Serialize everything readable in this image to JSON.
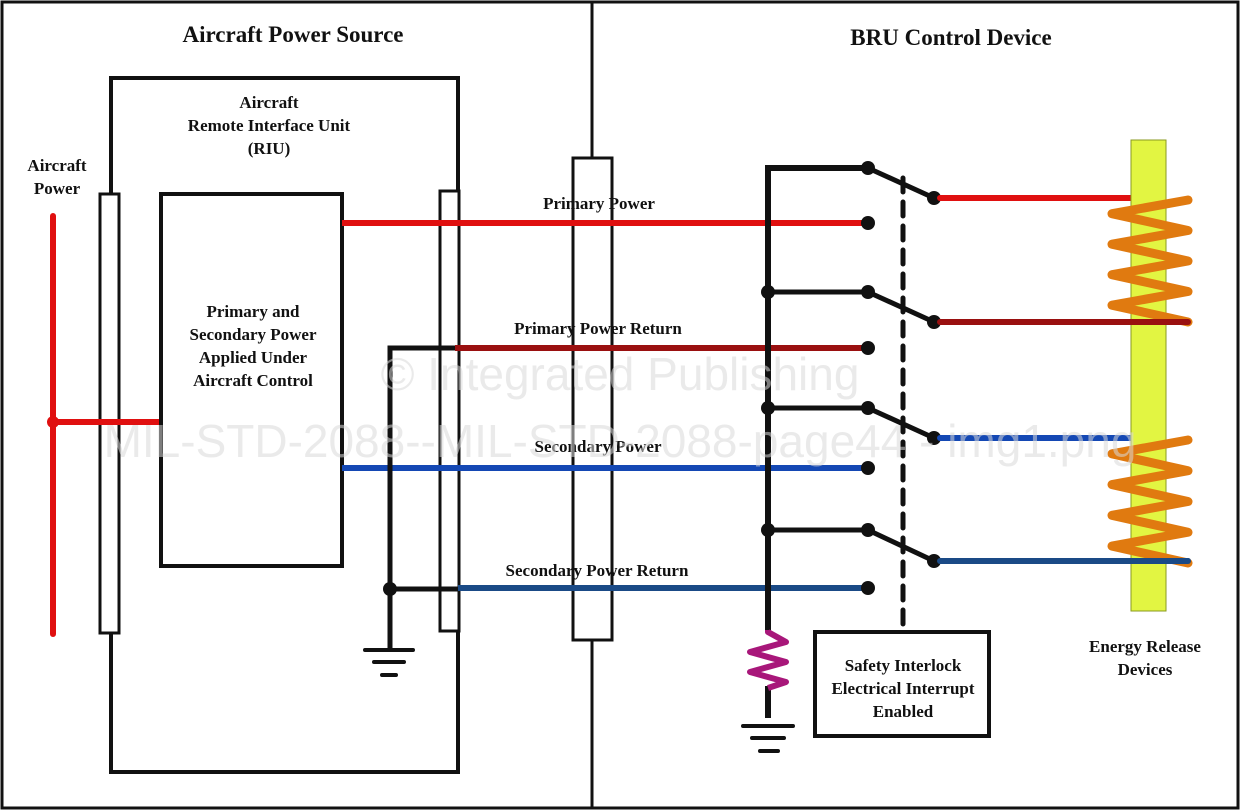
{
  "sections": {
    "left_title": "Aircraft Power Source",
    "right_title": "BRU Control Device"
  },
  "labels": {
    "aircraft_power": [
      "Aircraft",
      "Power"
    ],
    "riu": [
      "Aircraft",
      "Remote Interface Unit",
      "(RIU)"
    ],
    "control_box": [
      "Primary and",
      "Secondary Power",
      "Applied Under",
      "Aircraft Control"
    ],
    "safety_box": [
      "Safety Interlock",
      "Electrical Interrupt",
      "Enabled"
    ],
    "energy_devices": [
      "Energy Release",
      "Devices"
    ]
  },
  "wires": [
    {
      "id": "primary-power",
      "label": "Primary Power",
      "color": "#e01010"
    },
    {
      "id": "primary-power-return",
      "label": "Primary Power Return",
      "color": "#9a1010"
    },
    {
      "id": "secondary-power",
      "label": "Secondary Power",
      "color": "#1448b4"
    },
    {
      "id": "secondary-power-return",
      "label": "Secondary Power Return",
      "color": "#1a4a86"
    }
  ],
  "colors": {
    "aircraft_power_line": "#e01010",
    "resistor": "#a8177a",
    "coil": "#e07a10",
    "energy_device_bar": "#e2f542",
    "line": "#111111"
  },
  "watermark": {
    "line1": "© Integrated Publishing",
    "line2": "MIL-STD-2088--MIL-STD-2088-page44 - img1.png"
  }
}
